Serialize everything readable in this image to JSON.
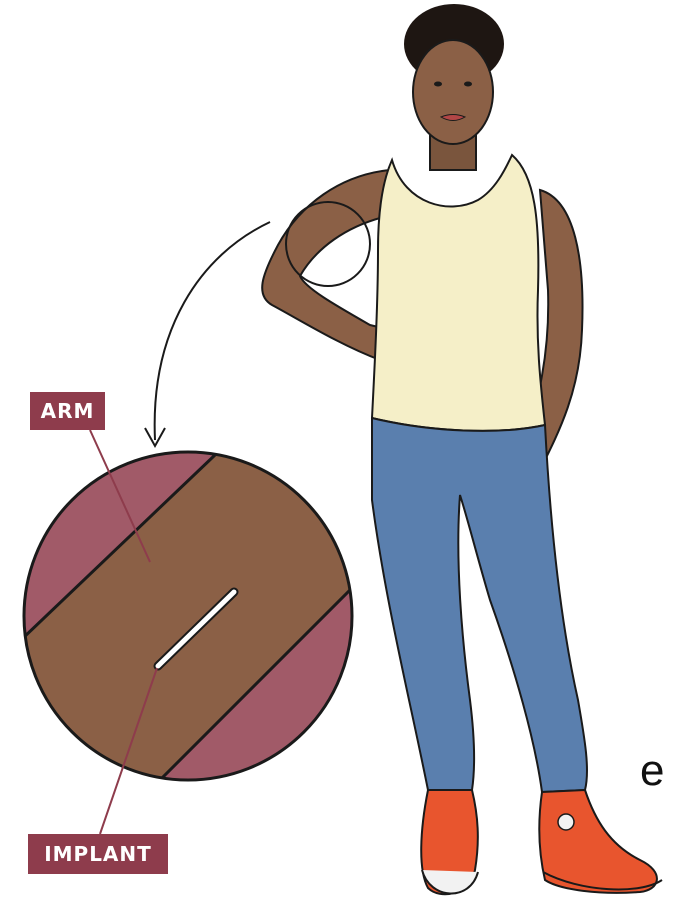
{
  "labels": {
    "arm": "ARM",
    "implant": "IMPLANT",
    "cut_text_fragment": "e"
  },
  "colors": {
    "label_bg": "#8e3c4c",
    "skin": "#8b6046",
    "skin_dark": "#6e4a33",
    "tank_top": "#f5efc8",
    "jeans": "#5a7fae",
    "sneakers": "#e8552e",
    "circle_bg": "#a15a68",
    "outline": "#1a1a1a"
  },
  "icons": {
    "arrow": "curved-arrow-icon",
    "magnifier": "zoom-circle-icon"
  }
}
